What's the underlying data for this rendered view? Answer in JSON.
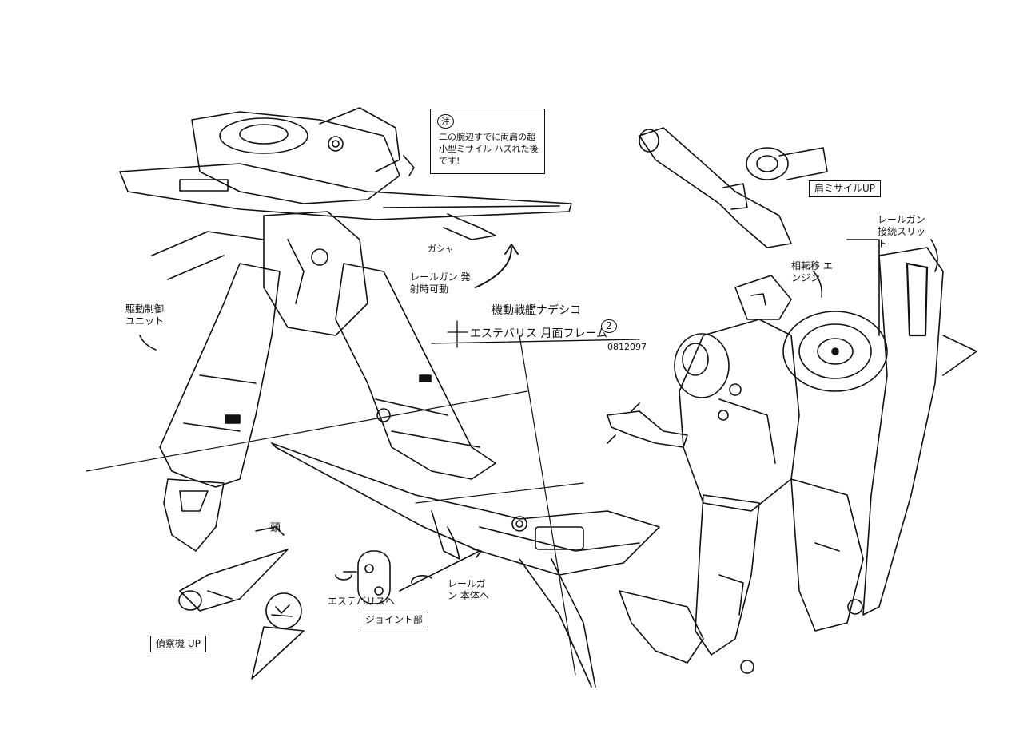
{
  "memo": {
    "tag": "注",
    "text": "二の腕辺すでに両肩の超小型ミサイル ハズれた後です!"
  },
  "labels": {
    "missile_up": "肩ミサイルUP",
    "railgun_slot": "レールガン 接続スリット",
    "phase_engine": "相転移 エンジン",
    "railgun_fire": "レールガン 発射時可動",
    "sound_effect": "ガシャ",
    "drive_unit": "駆動制御 ユニット",
    "head_caption": "頭",
    "destination_aestivalis": "エステバリスへ",
    "joint_part": "ジョイント部",
    "railgun_body": "レールガン 本体へ",
    "reconnaissance": "偵察機 UP"
  },
  "title_block": {
    "series": "機動戦艦ナデシコ",
    "subject": "エステバリス 月面フレーム",
    "sheet_no": "2",
    "code": "0812097"
  }
}
